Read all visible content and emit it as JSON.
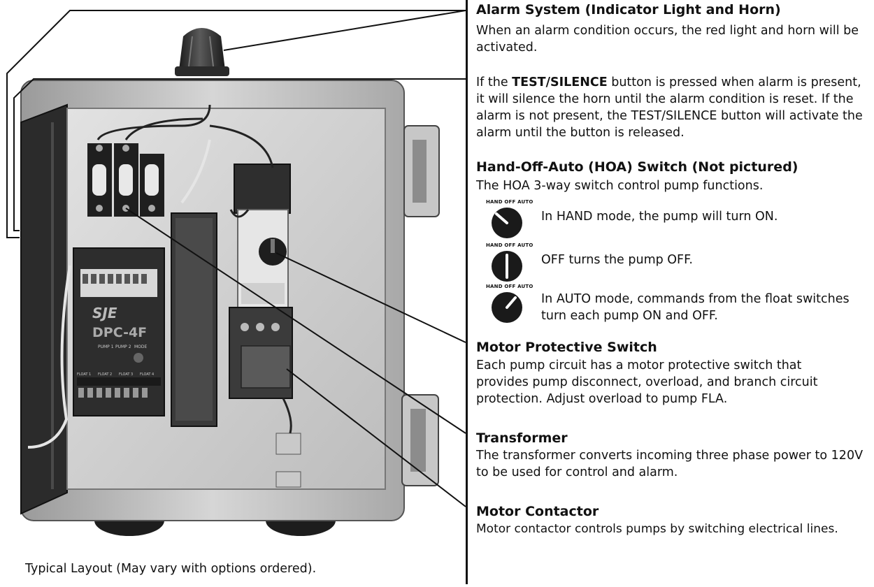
{
  "caption": "Typical Layout (May vary with options ordered).",
  "panel_labels": {
    "logo": "SJE",
    "model": "DPC-4F",
    "pump_labels": [
      "PUMP 1",
      "PUMP 2",
      "MODE"
    ],
    "float_labels": [
      "FLOAT 1",
      "FLOAT 2",
      "FLOAT 3",
      "FLOAT 4"
    ]
  },
  "sections": {
    "alarm": {
      "title": "Alarm System (Indicator Light and Horn)",
      "text": "When an alarm condition occurs, the red light and horn will be activated."
    },
    "test_silence": {
      "prefix": "If the ",
      "bold": "TEST/SILENCE",
      "suffix": " button is pressed when alarm is present, it will silence the horn until the alarm condition is reset. If the alarm is not present, the TEST/SILENCE button will activate the alarm until the button is released."
    },
    "hoa": {
      "title": "Hand-Off-Auto (HOA) Switch (Not pictured)",
      "text": "The HOA 3-way switch control pump functions.",
      "dial_label": "HAND OFF AUTO",
      "modes": [
        {
          "name": "HAND",
          "desc": "In HAND mode, the pump will turn ON."
        },
        {
          "name": "OFF",
          "desc": "OFF turns the pump OFF."
        },
        {
          "name": "AUTO",
          "desc": "In AUTO mode, commands from the float switches turn each pump ON and OFF."
        }
      ]
    },
    "motor_protective": {
      "title": "Motor Protective Switch",
      "text": "Each pump circuit has a motor protective switch that provides pump disconnect, overload, and branch circuit protection. Adjust overload to pump FLA."
    },
    "transformer": {
      "title": "Transformer",
      "text": "The transformer converts incoming three phase power to 120V to be used for control and alarm."
    },
    "motor_contactor": {
      "title": "Motor Contactor",
      "text": "Motor contactor controls pumps by switching electrical lines."
    }
  }
}
